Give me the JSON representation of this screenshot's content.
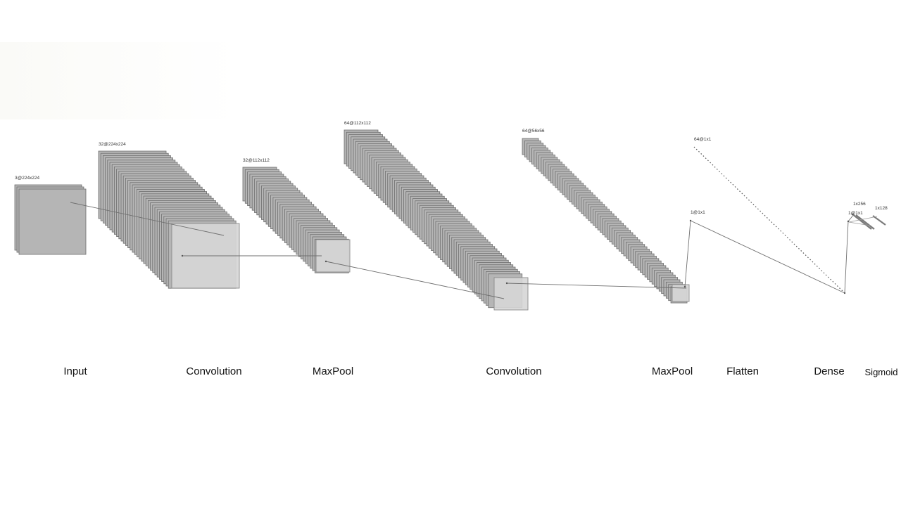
{
  "layers": [
    {
      "id": "input",
      "dims": "3@224x224",
      "maps": 3
    },
    {
      "id": "conv1",
      "dims": "32@224x224",
      "maps": 32
    },
    {
      "id": "pool1",
      "dims": "32@112x112",
      "maps": 32
    },
    {
      "id": "conv2",
      "dims": "64@112x112",
      "maps": 64
    },
    {
      "id": "pool2",
      "dims": "64@56x56",
      "maps": 64
    },
    {
      "id": "flat_point",
      "dims": "1@1x1"
    },
    {
      "id": "flat_top",
      "dims": "64@1x1"
    },
    {
      "id": "dense_point",
      "dims": "1@1x1"
    },
    {
      "id": "dense_vec",
      "dims": "1x256"
    },
    {
      "id": "sig_vec",
      "dims": "1x128"
    }
  ],
  "stages": [
    {
      "id": "input",
      "label": "Input"
    },
    {
      "id": "conv1",
      "label": "Convolution"
    },
    {
      "id": "pool1",
      "label": "MaxPool"
    },
    {
      "id": "conv2",
      "label": "Convolution"
    },
    {
      "id": "pool2",
      "label": "MaxPool"
    },
    {
      "id": "flatten",
      "label": "Flatten"
    },
    {
      "id": "dense",
      "label": "Dense"
    },
    {
      "id": "sigmoid",
      "label": "Sigmoid"
    }
  ],
  "colors": {
    "map_fill": "#b5b5b5",
    "map_stroke": "#6e6e6e",
    "kernel_fill": "#d6d6d6",
    "connector": "#6f6f6f"
  }
}
